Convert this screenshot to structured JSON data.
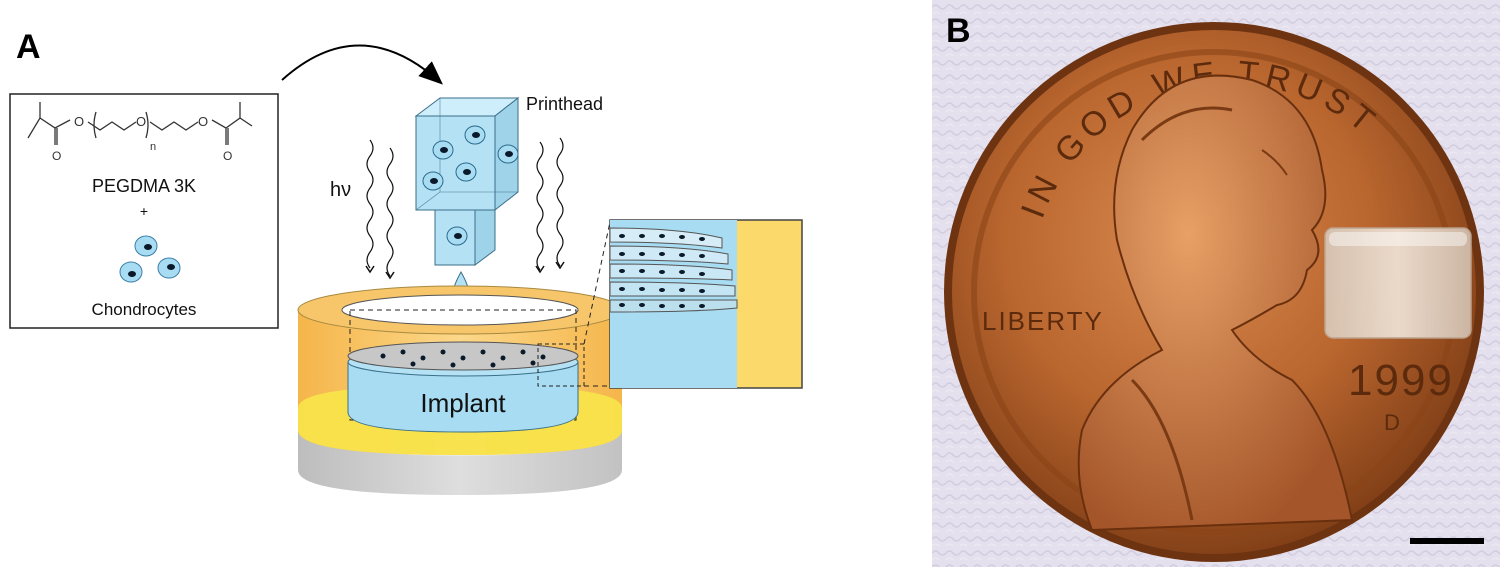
{
  "panel_a": {
    "letter": "A",
    "reagent_box": {
      "chemical_name": "PEGDMA 3K",
      "plus": "+",
      "cells_label": "Chondrocytes",
      "subscript_n": "n"
    },
    "printhead_label": "Printhead",
    "light_label": "hν",
    "implant_label": "Implant"
  },
  "panel_b": {
    "letter": "B",
    "coin": {
      "motto": "IN GOD WE TRUST",
      "liberty": "LIBERTY",
      "year": "1999",
      "mint_mark": "D"
    }
  },
  "colors": {
    "cell_blue": "#a8dcf2",
    "nucleus": "#0a1a2a",
    "printhead": "#b4e2f4",
    "outer_well": "#f7c56a",
    "media_yellow": "#f8e34a",
    "dish_grey": "#cfcfcf",
    "inset_yellow": "#fbd96a",
    "copper": "#b8652e",
    "background_paper": "#e4e0ee"
  }
}
